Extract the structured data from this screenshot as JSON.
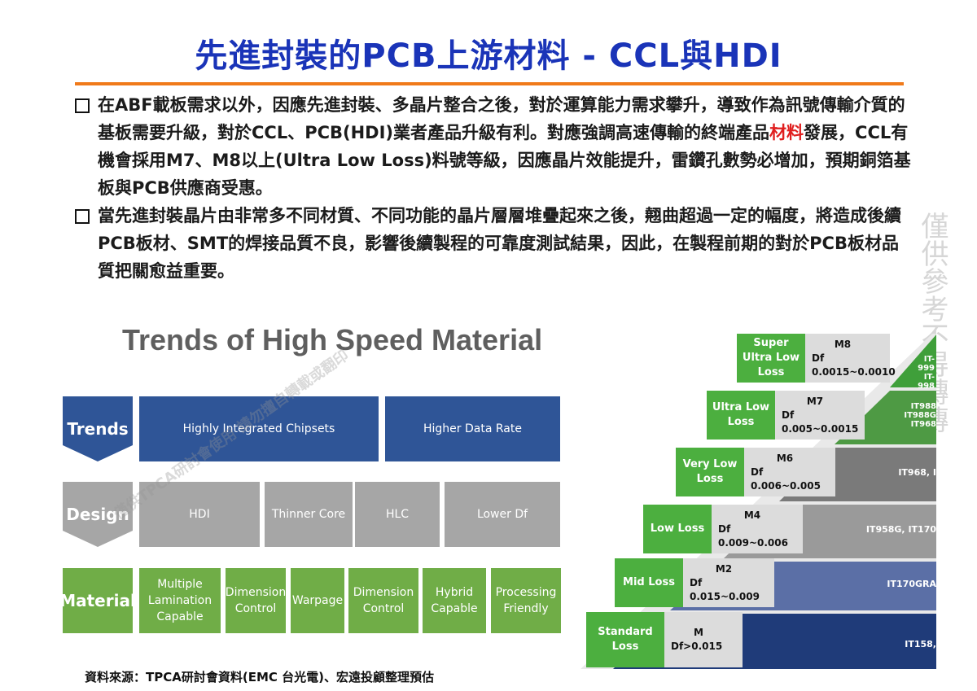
{
  "title": "先進封裝的PCB上游材料 - CCL與HDI",
  "bullets": [
    {
      "pre": "在ABF載板需求以外，因應先進封裝、多晶片整合之後，對於運算能力需求攀升，導致作為訊號傳輸介質的基板需要升級，對於CCL、PCB(HDI)業者產品升級有利。對應強調高速傳輸的終端產品",
      "highlight": "材料",
      "post": "發展，CCL有機會採用M7、M8以上(Ultra Low Loss)料號等級，因應晶片效能提升，雷鑽孔數勢必增加，預期銅箔基板與PCB供應商受惠。"
    },
    {
      "pre": "當先進封裝晶片由非常多不同材質、不同功能的晶片層層堆疊起來之後，翹曲超過一定的幅度，將造成後續PCB板材、SMT的焊接品質不良，影響後續製程的可靠度測試結果，因此，在製程前期的對於PCB板材品質把關愈益重要。",
      "highlight": "",
      "post": ""
    }
  ],
  "trends_chart": {
    "title": "Trends of High Speed Material",
    "rows": {
      "trends": {
        "label": "Trends",
        "cells": [
          "Highly Integrated Chipsets",
          "Higher Data Rate"
        ]
      },
      "design": {
        "label": "Design",
        "cells": [
          "HDI",
          "Thinner Core",
          "HLC",
          "Lower Df"
        ]
      },
      "material": {
        "label": "Material",
        "cells": [
          "Multiple Lamination Capable",
          "Dimension Control",
          "Warpage",
          "Dimension Control",
          "Hybrid Capable",
          "Processing Friendly"
        ]
      }
    }
  },
  "source": "資料來源：TPCA研討會資料(EMC 台光電)、宏遠投顧整理預估",
  "pyramid": {
    "levels": [
      {
        "name": "Super Ultra Low Loss",
        "grade": "M8",
        "df": "Df 0.0015~0.0010",
        "products": "IT-999 IT-998"
      },
      {
        "name": "Ultra Low Loss",
        "grade": "M7",
        "df": "Df 0.005~0.0015",
        "products": "IT988 IT988G IT968"
      },
      {
        "name": "Very Low Loss",
        "grade": "M6",
        "df": "Df 0.006~0.005",
        "products": "IT968, I"
      },
      {
        "name": "Low Loss",
        "grade": "M4",
        "df": "Df 0.009~0.006",
        "products": "IT958G, IT170"
      },
      {
        "name": "Mid Loss",
        "grade": "M2",
        "df": "Df 0.015~0.009",
        "products": "IT170GRA"
      },
      {
        "name": "Standard Loss",
        "grade": "M",
        "df": "Df>0.015",
        "products": "IT158,"
      }
    ]
  },
  "watermarks": {
    "side": "僅供參考不得轉傳",
    "diagonal": "僅供TPCA研討會使用 請勿擅自轉載或翻印"
  },
  "colors": {
    "title": "#1a34b8",
    "rule": "#f07a1a",
    "highlight": "#e01f1f",
    "blue": "#2f5597",
    "gray": "#a6a6a6",
    "green": "#70ad47"
  }
}
